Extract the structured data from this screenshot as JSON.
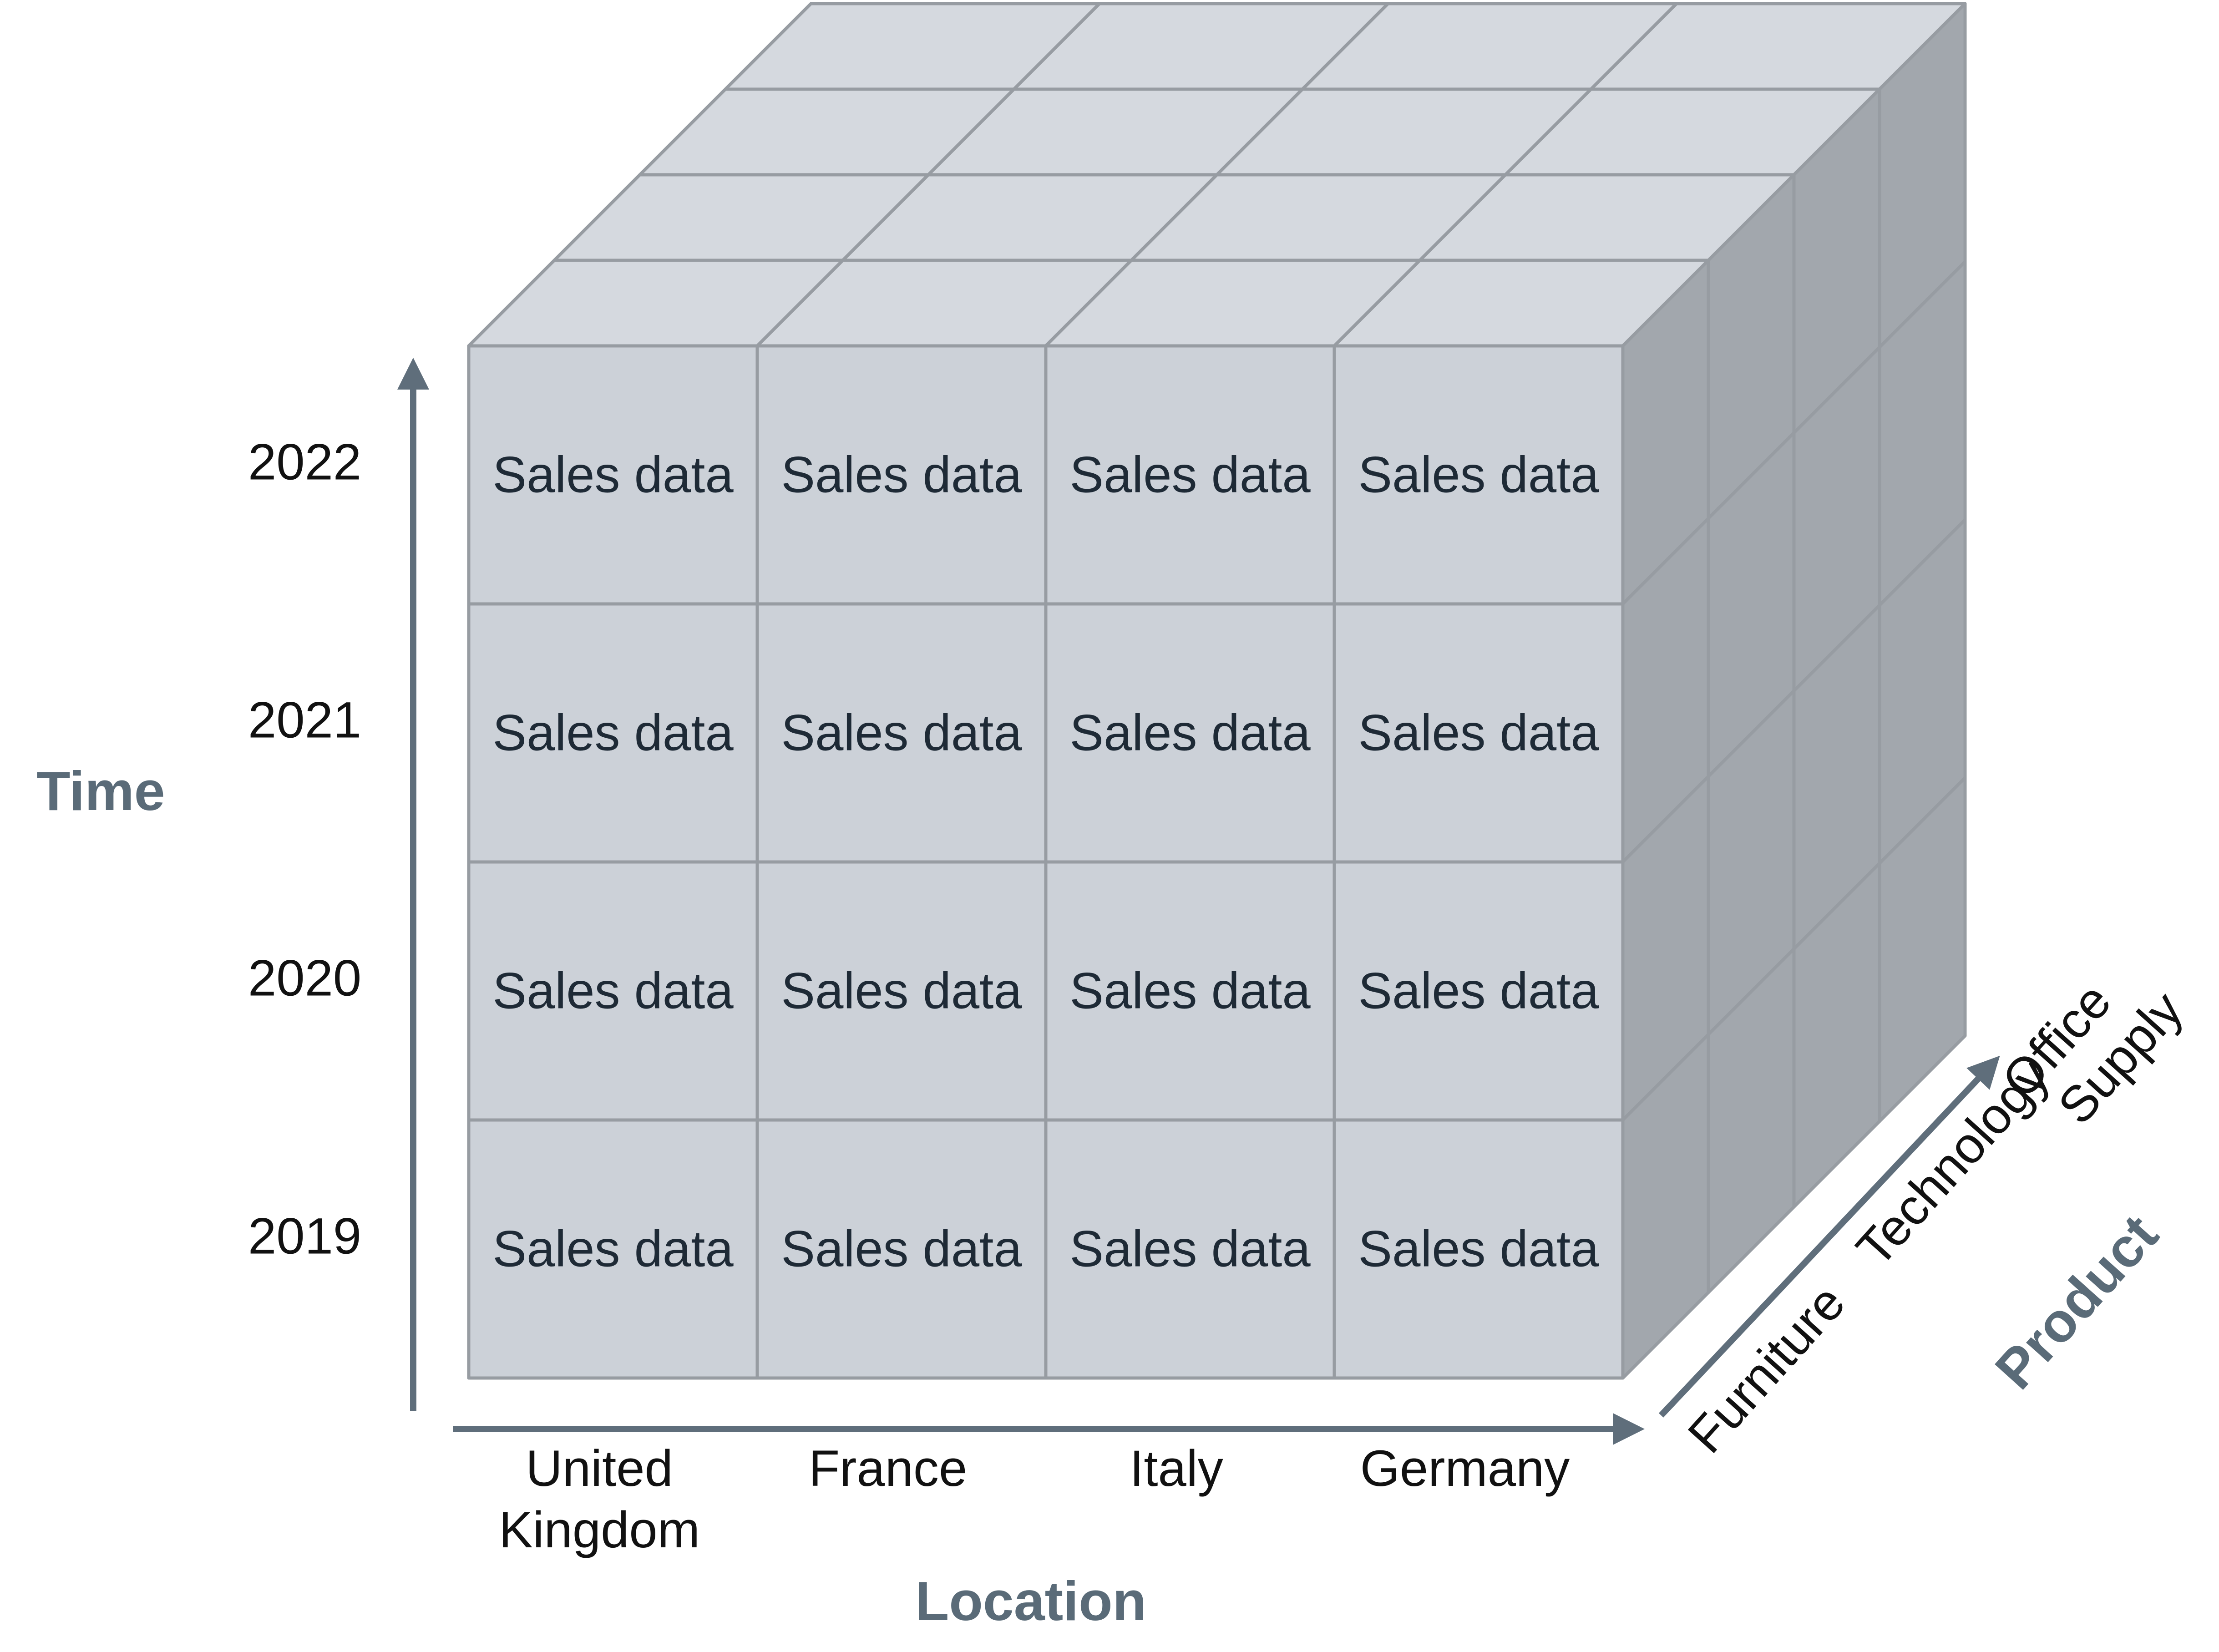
{
  "cube": {
    "cell_text": "Sales data",
    "colors": {
      "front": "#ccd1d8",
      "top": "#d5d9df",
      "side": "#a2a7ad",
      "stroke": "#979ca2",
      "axis": "#5f6e7b"
    }
  },
  "axes": {
    "time": {
      "title": "Time",
      "ticks": [
        "2022",
        "2021",
        "2020",
        "2019"
      ]
    },
    "location": {
      "title": "Location",
      "ticks": [
        [
          "United",
          "Kingdom"
        ],
        [
          "France"
        ],
        [
          "Italy"
        ],
        [
          "Germany"
        ]
      ]
    },
    "product": {
      "title": "Product",
      "ticks": [
        [
          "Furniture"
        ],
        [
          "Technology"
        ],
        [
          "Office",
          "Supply"
        ]
      ]
    }
  }
}
